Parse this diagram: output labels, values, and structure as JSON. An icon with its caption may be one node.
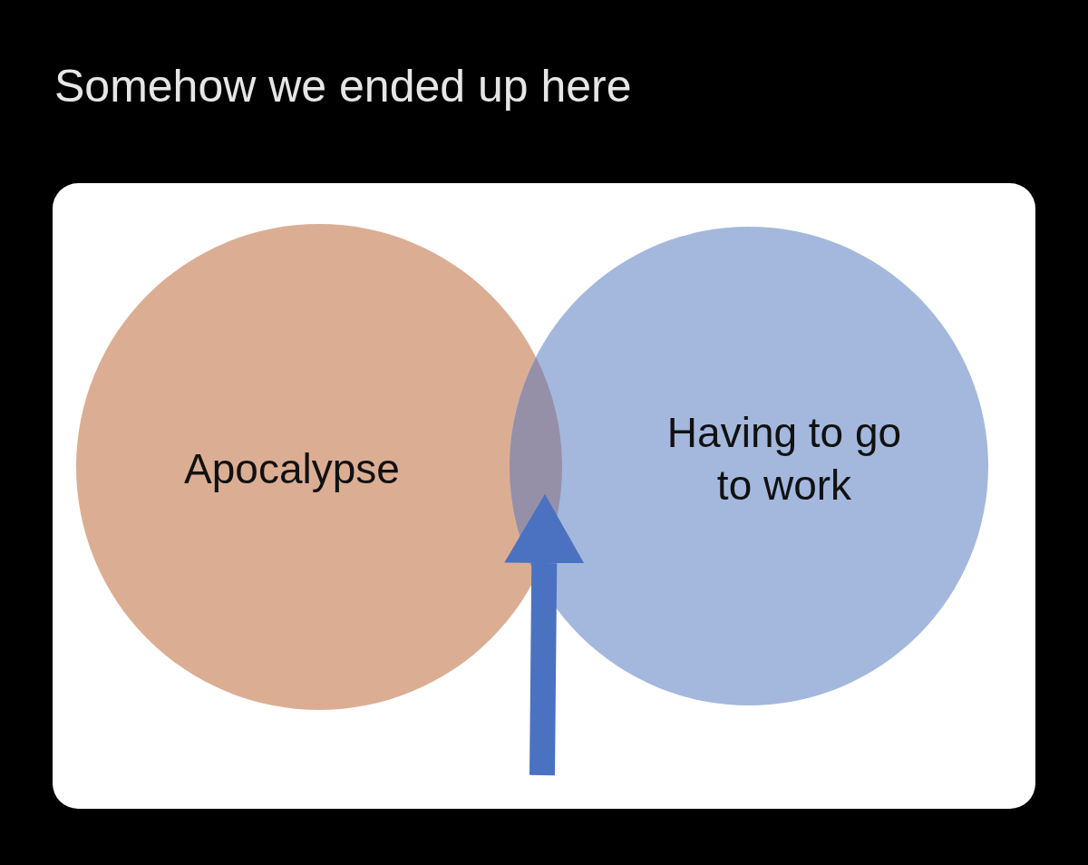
{
  "diagram": {
    "title": "Somehow we ended up here",
    "nodes": [
      {
        "text": [
          "Apocalypse"
        ]
      },
      {
        "text": [
          "Having to go to work"
        ]
      },
      {
        "text": [],
        "shape": "lens"
      }
    ],
    "edges": [
      {
        "from": null,
        "to": 2,
        "arrow": "to"
      }
    ]
  }
}
